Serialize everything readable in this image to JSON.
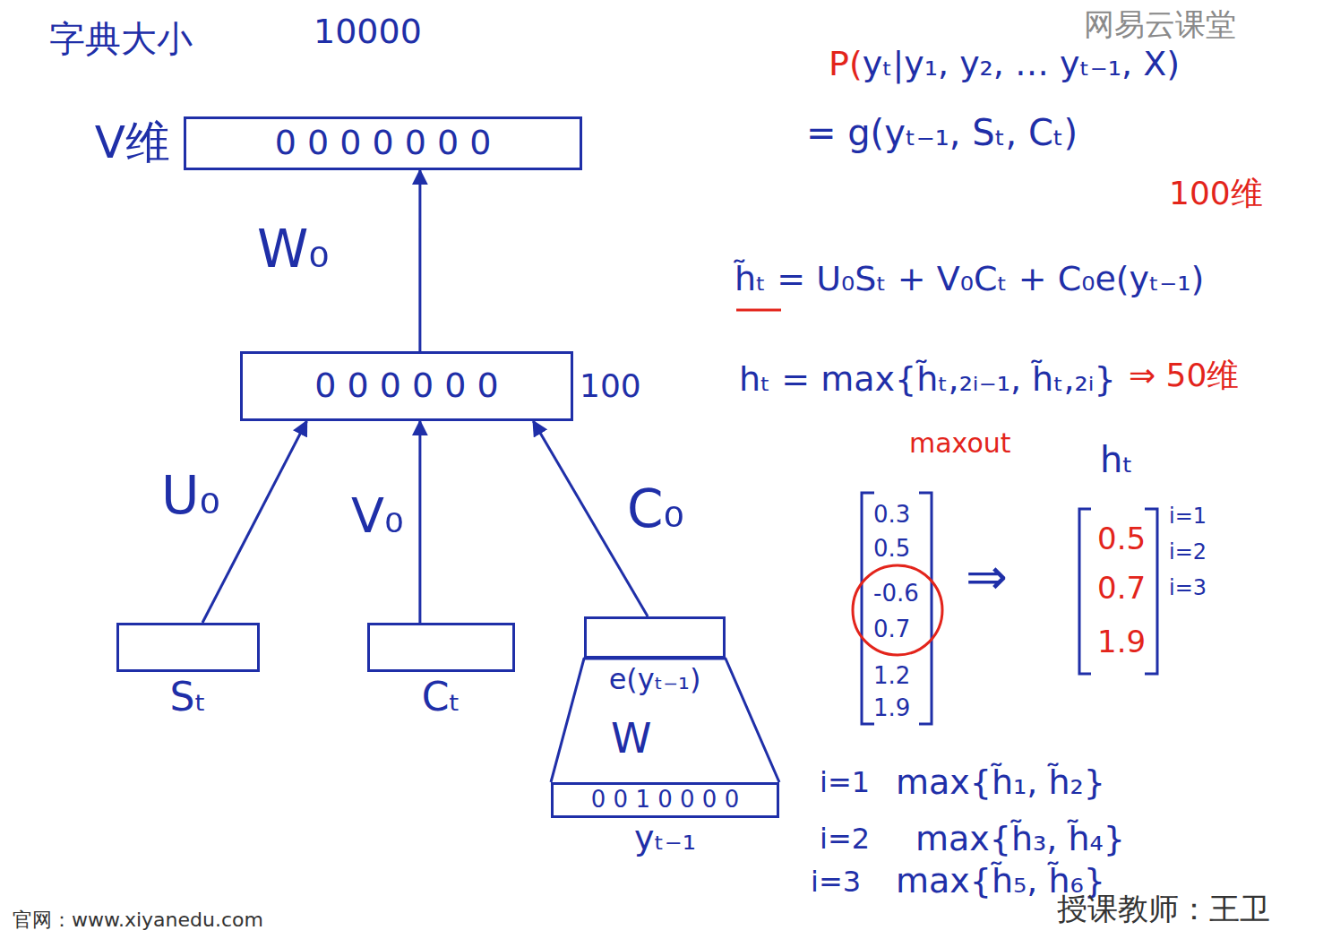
{
  "diagram": {
    "nodes": [
      {
        "text": [
          "V维",
          "0 0 0 0 0 0 0"
        ]
      },
      {
        "text": [
          "0 0 0 0 0 0",
          "100"
        ]
      },
      {
        "text": [
          "Sₜ"
        ]
      },
      {
        "text": [
          "Cₜ"
        ]
      },
      {
        "text": [
          "e(yₜ₋₁)"
        ]
      },
      {
        "text": [
          "0 0 1 0 0 0 0",
          "yₜ₋₁"
        ]
      }
    ],
    "edges": [
      {
        "from": 1,
        "to": 0,
        "label": "W₀",
        "arrow": "to"
      },
      {
        "from": 2,
        "to": 1,
        "label": "U₀",
        "arrow": "to"
      },
      {
        "from": 3,
        "to": 1,
        "label": "V₀",
        "arrow": "to"
      },
      {
        "from": 4,
        "to": 1,
        "label": "C₀",
        "arrow": "to"
      },
      {
        "from": 5,
        "to": 4,
        "label": "W",
        "arrow": "none"
      }
    ],
    "labels": [
      "字典大小",
      "10000",
      "P(yₜ|y₁, y₂, … yₜ₋₁, X)",
      "= g(yₜ₋₁, Sₜ, Cₜ)",
      "100维",
      "h̃ₜ = U₀Sₜ + V₀Cₜ + C₀e(yₜ₋₁)",
      "hₜ = max{h̃ₜ,₂ᵢ₋₁, h̃ₜ,₂ᵢ}",
      "⇒ 50维",
      "maxout",
      "hₜ",
      "0.3",
      "0.5",
      "-0.6",
      "0.7",
      "1.2",
      "1.9",
      "⇒",
      "0.5",
      "0.7",
      "1.9",
      "i=1",
      "i=2",
      "i=3",
      "i=1",
      "max{h̃₁, h̃₂}",
      "i=2",
      "max{h̃₃, h̃₄}",
      "i=3",
      "max{h̃₅, h̃₆}",
      "网易云课堂",
      "官网：www.xiyanedu.com",
      "授课教师：王卫"
    ]
  }
}
